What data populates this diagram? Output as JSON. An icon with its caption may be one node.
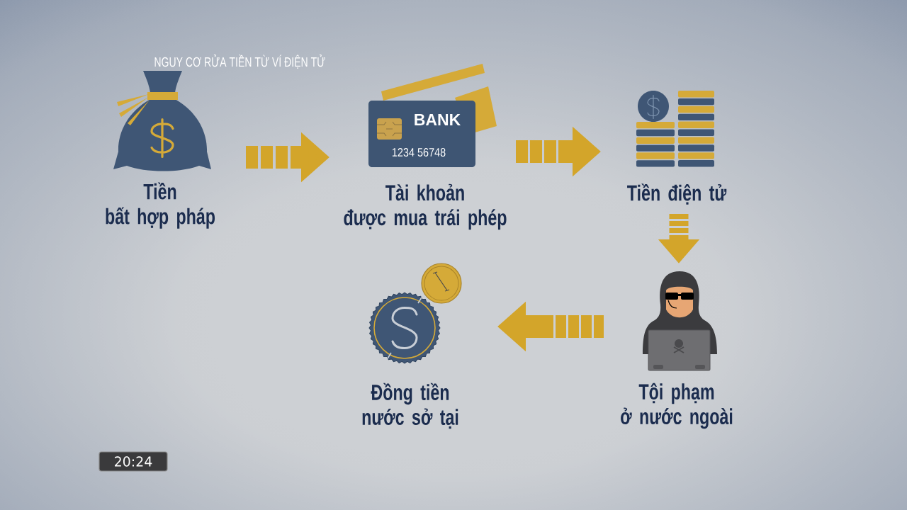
{
  "diagram": {
    "title": "NGUY CƠ RỬA TIỀN TỪ VÍ ĐIỆN TỬ",
    "nodes": [
      {
        "text": [
          "Tiền bất hợp pháp"
        ]
      },
      {
        "text": [
          "Tài khoản được mua trái phép"
        ]
      },
      {
        "text": [
          "Tiền điện tử"
        ]
      },
      {
        "text": [
          "Tội phạm ở nước ngoài"
        ]
      },
      {
        "text": [
          "Đồng tiền nước sở tại"
        ]
      }
    ],
    "edges": [
      {
        "from": 0,
        "to": 1,
        "arrow": "to"
      },
      {
        "from": 1,
        "to": 2,
        "arrow": "to"
      },
      {
        "from": 2,
        "to": 3,
        "arrow": "to"
      },
      {
        "from": 3,
        "to": 4,
        "arrow": "to"
      }
    ],
    "labels": [
      "BANK",
      "1234 56748",
      "20:24"
    ]
  }
}
